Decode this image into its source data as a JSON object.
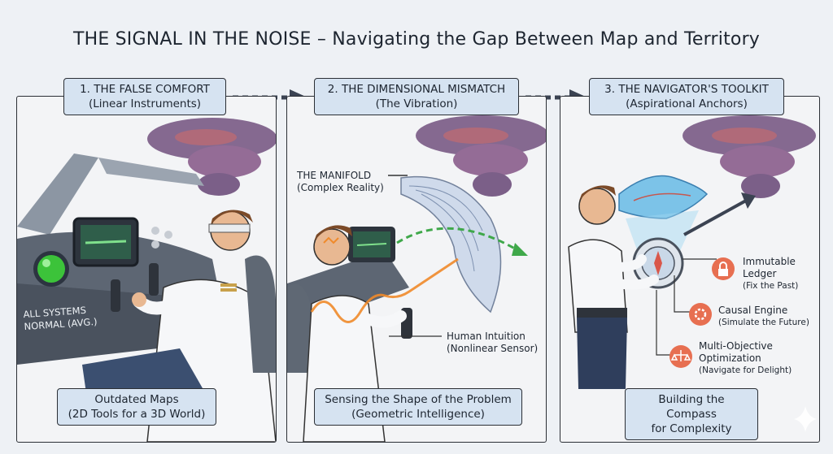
{
  "title": "THE SIGNAL IN THE NOISE – Navigating the Gap Between Map and Territory",
  "panels": [
    {
      "header": {
        "title": "1. THE FALSE COMFORT",
        "subtitle": "(Linear Instruments)"
      },
      "footer": {
        "line1": "Outdated Maps",
        "line2": "(2D Tools for a 3D World)"
      },
      "callout": {
        "line1": "ALL SYSTEMS",
        "line2": "NORMAL (AVG.)"
      }
    },
    {
      "header": {
        "title": "2. THE DIMENSIONAL MISMATCH",
        "subtitle": "(The Vibration)"
      },
      "footer": {
        "line1": "Sensing the Shape of the Problem",
        "line2": "(Geometric Intelligence)"
      },
      "manifold": {
        "line1": "THE MANIFOLD",
        "line2": "(Complex Reality)"
      },
      "intuition": {
        "line1": "Human Intuition",
        "line2": "(Nonlinear Sensor)"
      }
    },
    {
      "header": {
        "title": "3. THE NAVIGATOR'S TOOLKIT",
        "subtitle": "(Aspirational Anchors)"
      },
      "footer": {
        "line1": "Building the Compass",
        "line2": "for Complexity"
      },
      "anchors": [
        {
          "name": "Immutable",
          "name2": "Ledger",
          "desc": "(Fix the Past)",
          "icon": "lock-icon"
        },
        {
          "name": "Causal Engine",
          "desc": "(Simulate the Future)",
          "icon": "gears-icon"
        },
        {
          "name": "Multi-Objective",
          "name2": "Optimization",
          "desc": "(Navigate for Delight)",
          "icon": "scales-icon"
        }
      ]
    }
  ],
  "colors": {
    "header_bg": "#d6e3f1",
    "storm": "#6a4a78",
    "accent_red": "#d9574a",
    "indicator_green": "#3cc33a"
  }
}
